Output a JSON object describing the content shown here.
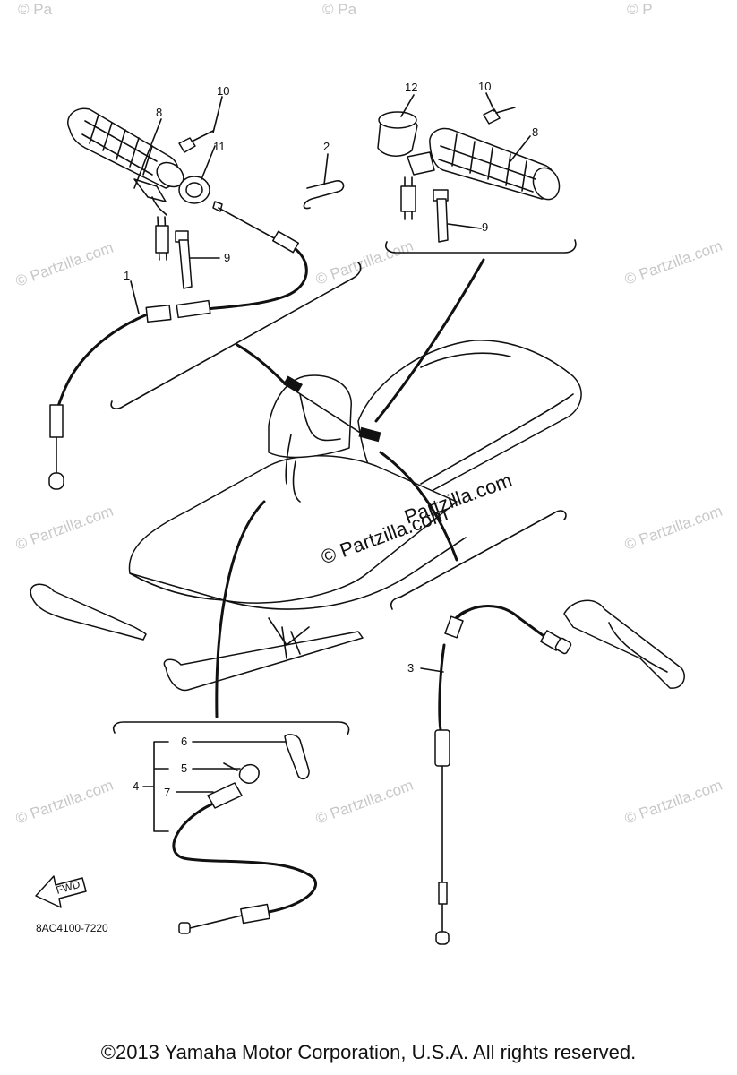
{
  "watermarks": {
    "text": "© Partzilla.com",
    "top_left": "© Pa",
    "top_center": "© Pa",
    "top_right": "© P"
  },
  "center_watermark": {
    "line1": "Partzilla.com",
    "line2": "© Partzilla.com"
  },
  "callouts": [
    "1",
    "2",
    "3",
    "4",
    "5",
    "6",
    "7",
    "8",
    "9",
    "10",
    "11",
    "12"
  ],
  "labels": {
    "c1": "1",
    "c2": "2",
    "c3": "3",
    "c4": "4",
    "c5": "5",
    "c6": "6",
    "c7": "7",
    "c8_left": "8",
    "c8_right": "8",
    "c9_left": "9",
    "c9_right": "9",
    "c10_left": "10",
    "c10_right": "10",
    "c11": "11",
    "c12": "12"
  },
  "fwd_label": "FWD",
  "diagram_code": "8AC4100-7220",
  "copyright": "©2013 Yamaha Motor Corporation, U.S.A. All rights reserved."
}
